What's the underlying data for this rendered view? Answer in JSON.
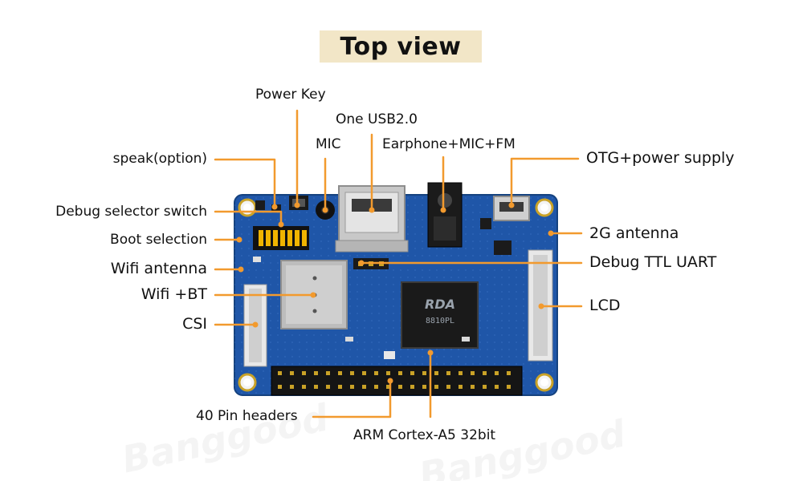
{
  "title": "Top view",
  "colors": {
    "leader_line": "#f29a2e",
    "board": "#1f56a8",
    "title_bg": "#f2e6c7"
  },
  "watermark": "Banggood",
  "chip_text": {
    "logo": "RDA",
    "model": "8810PL"
  },
  "labels": {
    "power_key": "Power Key",
    "usb": "One USB2.0",
    "mic": "MIC",
    "earphone": "Earphone+MIC+FM",
    "speak": "speak(option)",
    "otg": "OTG+power supply",
    "debug_switch": "Debug selector switch",
    "antenna_2g": "2G antenna",
    "boot": "Boot selection",
    "debug_uart": "Debug TTL UART",
    "wifi_antenna": "Wifi antenna",
    "wifi_bt": "Wifi +BT",
    "lcd": "LCD",
    "csi": "CSI",
    "pin_headers": "40 Pin headers",
    "cpu": "ARM Cortex-A5 32bit"
  }
}
